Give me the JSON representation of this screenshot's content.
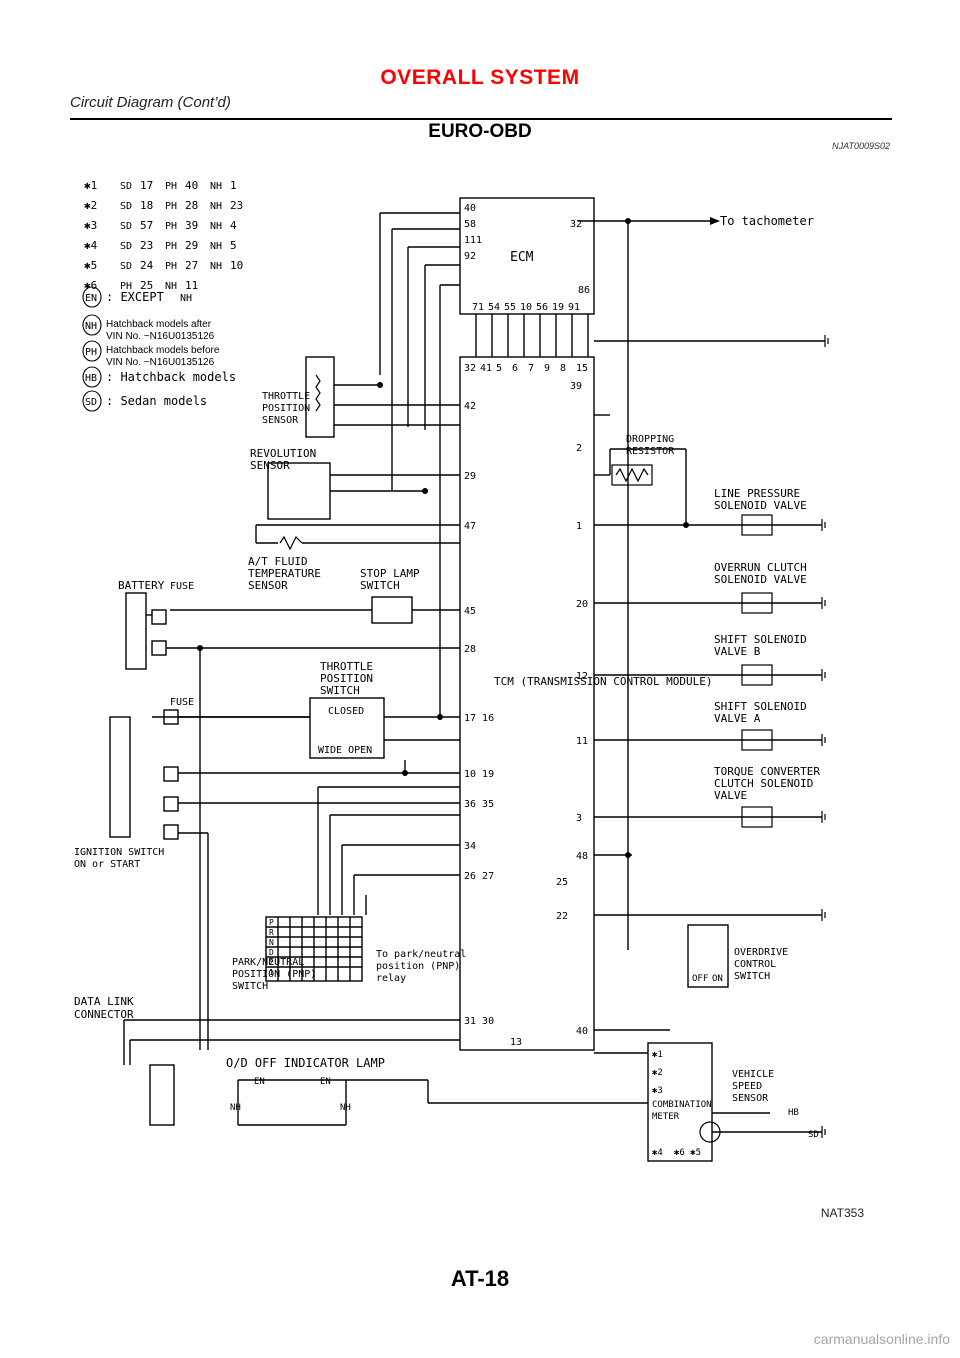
{
  "header": {
    "title": "OVERALL SYSTEM",
    "subtitle": "Circuit Diagram (Cont’d)"
  },
  "section": {
    "title": "EURO-OBD",
    "code": "NJAT0009S02"
  },
  "legend": {
    "sd": {
      "badge": "SD",
      "text": ": Sedan models"
    },
    "hb": {
      "badge": "HB",
      "text": ": Hatchback models"
    },
    "ph": {
      "badge": "PH",
      "line1": "Hatchback models before",
      "line2": "VIN No. ~N16U0135126"
    },
    "nh": {
      "badge": "NH",
      "line1": "Hatchback models after",
      "line2": "VIN No. ~N16U0135126"
    },
    "en": {
      "badge": "EN",
      "text": ": EXCEPT",
      "ref": "NH"
    }
  },
  "variants": [
    {
      "mark": "✱1",
      "a": "SD",
      "av": "17",
      "b": "PH",
      "bv": "40",
      "c": "NH",
      "cv": "1"
    },
    {
      "mark": "✱2",
      "a": "SD",
      "av": "18",
      "b": "PH",
      "bv": "28",
      "c": "NH",
      "cv": "23"
    },
    {
      "mark": "✱3",
      "a": "SD",
      "av": "57",
      "b": "PH",
      "bv": "39",
      "c": "NH",
      "cv": "4"
    },
    {
      "mark": "✱4",
      "a": "SD",
      "av": "23",
      "b": "PH",
      "bv": "29",
      "c": "NH",
      "cv": "5"
    },
    {
      "mark": "✱5",
      "a": "SD",
      "av": "24",
      "b": "PH",
      "bv": "27",
      "c": "NH",
      "cv": "10"
    },
    {
      "mark": "✱6",
      "a": "PH",
      "av": "25",
      "b": "NH",
      "bv": "11",
      "c": "",
      "cv": ""
    }
  ],
  "ecm": {
    "label": "ECM",
    "top_pins": [
      "40",
      "58",
      "111",
      "92",
      "32"
    ],
    "bottom_pins": [
      "71",
      "54",
      "55",
      "10",
      "56",
      "19",
      "91",
      "86"
    ]
  },
  "tcm": {
    "label": "TCM (TRANSMISSION CONTROL MODULE)",
    "top_pins": [
      "32",
      "41",
      "5",
      "6",
      "7",
      "9",
      "8",
      "39",
      "15"
    ],
    "top_row": [
      "42",
      "29",
      "47",
      "45",
      "28",
      "17 16",
      "10 19",
      "36 35",
      "34",
      "26 27",
      "31 30",
      "13"
    ],
    "bottom_row": [
      "2",
      "1",
      "20",
      "12",
      "11",
      "3",
      "48",
      "25",
      "22",
      "40"
    ]
  },
  "components": {
    "battery": "BATTERY",
    "fuse1": "FUSE",
    "fuse2": "FUSE",
    "ignition_l1": "IGNITION SWITCH",
    "ignition_l2": "ON or START",
    "dlc_l1": "DATA LINK",
    "dlc_l2": "CONNECTOR",
    "tps1_l1": "THROTTLE",
    "tps1_l2": "POSITION",
    "tps1_l3": "SENSOR",
    "rev_l1": "REVOLUTION",
    "rev_l2": "SENSOR",
    "atf_l1": "A/T FLUID",
    "atf_l2": "TEMPERATURE",
    "atf_l3": "SENSOR",
    "stop_l1": "STOP LAMP",
    "stop_l2": "SWITCH",
    "tps2_l1": "THROTTLE",
    "tps2_l2": "POSITION",
    "tps2_l3": "SWITCH",
    "closed": "CLOSED",
    "wide_open": "WIDE OPEN",
    "pnp_l1": "PARK/NEUTRAL",
    "pnp_l2": "POSITION (PNP)",
    "pnp_l3": "SWITCH",
    "pnp_positions": [
      "P",
      "R",
      "N",
      "D",
      "2",
      "1"
    ],
    "relay_l1": "To park/neutral",
    "relay_l2": "position (PNP)",
    "relay_l3": "relay",
    "dropping_l1": "DROPPING",
    "dropping_l2": "RESISTOR",
    "line_l1": "LINE PRESSURE",
    "line_l2": "SOLENOID VALVE",
    "overrun_l1": "OVERRUN CLUTCH",
    "overrun_l2": "SOLENOID VALVE",
    "shiftb_l1": "SHIFT SOLENOID",
    "shiftb_l2": "VALVE B",
    "shifta_l1": "SHIFT SOLENOID",
    "shifta_l2": "VALVE A",
    "tcc_l1": "TORQUE CONVERTER",
    "tcc_l2": "CLUTCH SOLENOID",
    "tcc_l3": "VALVE",
    "od_l1": "OVERDRIVE",
    "od_l2": "CONTROL",
    "od_l3": "SWITCH",
    "od_off": "OFF",
    "od_on": "ON",
    "meter_l1": "COMBINATION",
    "meter_l2": "METER",
    "meter_pins": [
      "✱1",
      "✱2",
      "✱3",
      "✱4",
      "✱6 ✱5"
    ],
    "vss_l1": "VEHICLE",
    "vss_l2": "SPEED",
    "vss_l3": "SENSOR",
    "od_lamp": "O/D OFF INDICATOR LAMP",
    "tach": "To tachometer",
    "tags": {
      "en1": "EN",
      "en2": "EN",
      "nh1": "NH",
      "nh2": "NH",
      "hb": "HB",
      "sd": "SD"
    }
  },
  "figure_id": "NAT353",
  "page_number": "AT-18",
  "watermark": "carmanualsonline.info"
}
